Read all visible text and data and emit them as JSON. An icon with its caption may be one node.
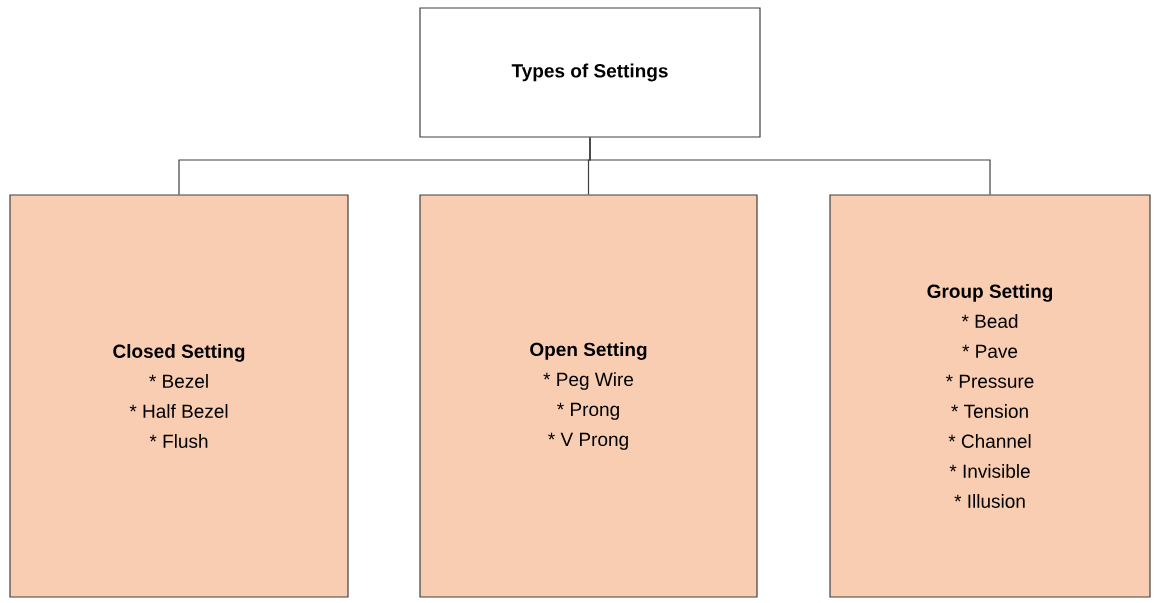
{
  "diagram": {
    "nodes": [
      {
        "text": [
          "Types of Settings"
        ]
      },
      {
        "text": [
          "Closed Setting",
          "* Bezel",
          "* Half Bezel",
          "* Flush"
        ]
      },
      {
        "text": [
          "Open Setting",
          "* Peg Wire",
          "* Prong",
          "* V Prong"
        ]
      },
      {
        "text": [
          "Group Setting",
          "* Bead",
          "* Pave",
          "* Pressure",
          "* Tension",
          "* Channel",
          "* Invisible",
          "* Illusion"
        ]
      }
    ],
    "edges": [
      {
        "from": 0,
        "to": 1,
        "arrow": "none"
      },
      {
        "from": 0,
        "to": 2,
        "arrow": "none"
      },
      {
        "from": 0,
        "to": 3,
        "arrow": "none"
      }
    ]
  }
}
